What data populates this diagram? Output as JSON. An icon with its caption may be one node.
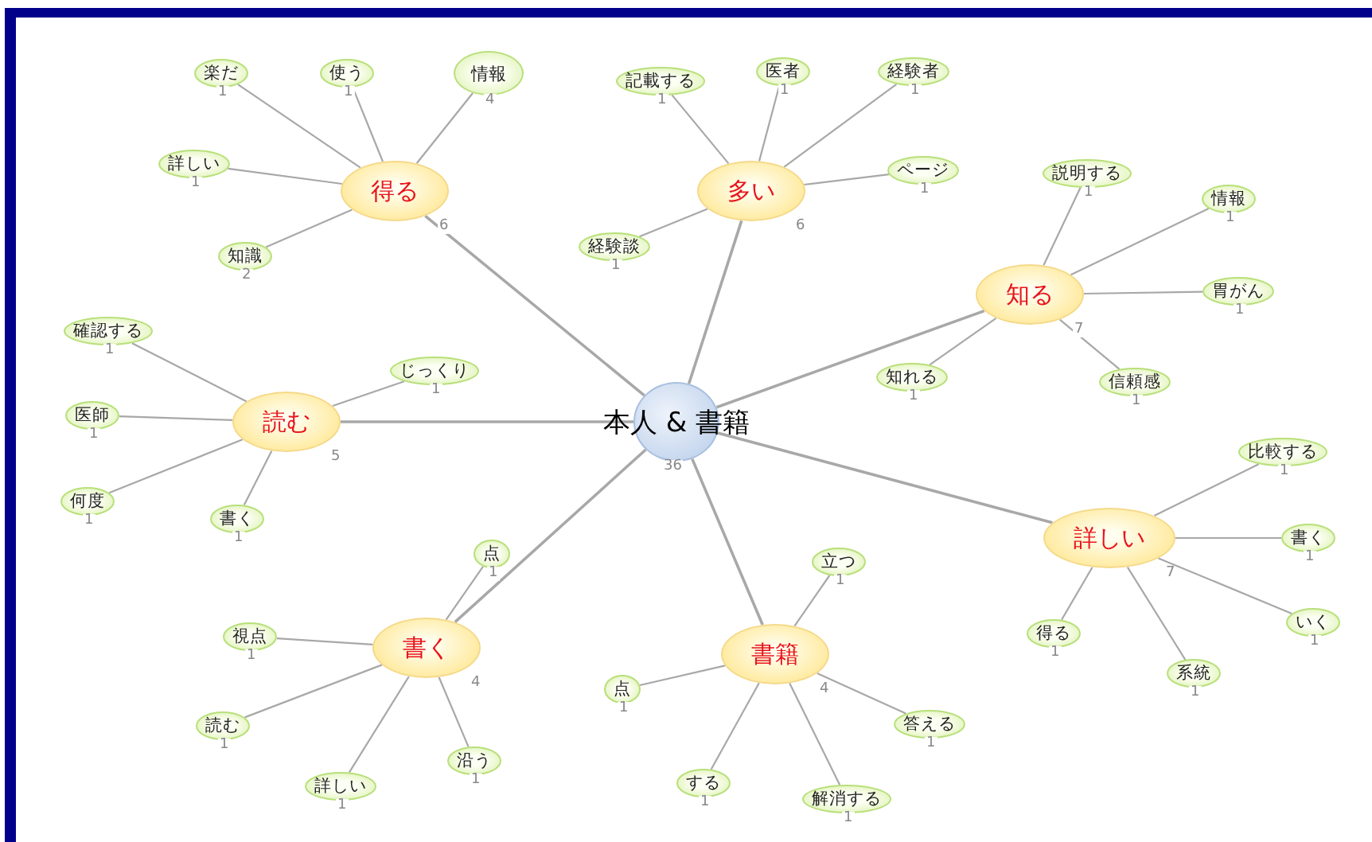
{
  "diagram": {
    "nodes": [
      {
        "text": [
          "本人 & 書籍"
        ],
        "beside": [
          "36"
        ]
      },
      {
        "text": [
          "得る"
        ],
        "beside": [
          "6"
        ]
      },
      {
        "text": [
          "楽だ"
        ],
        "beside": [
          "1"
        ]
      },
      {
        "text": [
          "使う"
        ],
        "beside": [
          "1"
        ]
      },
      {
        "text": [
          "情報"
        ],
        "beside": [
          "4"
        ]
      },
      {
        "text": [
          "詳しい"
        ],
        "beside": [
          "1"
        ]
      },
      {
        "text": [
          "知識"
        ],
        "beside": [
          "2"
        ]
      },
      {
        "text": [
          "多い"
        ],
        "beside": [
          "6"
        ]
      },
      {
        "text": [
          "記載する"
        ],
        "beside": [
          "1"
        ]
      },
      {
        "text": [
          "医者"
        ],
        "beside": [
          "1"
        ]
      },
      {
        "text": [
          "経験者"
        ],
        "beside": [
          "1"
        ]
      },
      {
        "text": [
          "ページ"
        ],
        "beside": [
          "1"
        ]
      },
      {
        "text": [
          "経験談"
        ],
        "beside": [
          "1"
        ]
      },
      {
        "text": [
          "知る"
        ],
        "beside": [
          "7"
        ]
      },
      {
        "text": [
          "説明する"
        ],
        "beside": [
          "1"
        ]
      },
      {
        "text": [
          "情報"
        ],
        "beside": [
          "1"
        ]
      },
      {
        "text": [
          "胃がん"
        ],
        "beside": [
          "1"
        ]
      },
      {
        "text": [
          "知れる"
        ],
        "beside": [
          "1"
        ]
      },
      {
        "text": [
          "信頼感"
        ],
        "beside": [
          "1"
        ]
      },
      {
        "text": [
          "読む"
        ],
        "beside": [
          "5"
        ]
      },
      {
        "text": [
          "確認する"
        ],
        "beside": [
          "1"
        ]
      },
      {
        "text": [
          "じっくり"
        ],
        "beside": [
          "1"
        ]
      },
      {
        "text": [
          "医師"
        ],
        "beside": [
          "1"
        ]
      },
      {
        "text": [
          "何度"
        ],
        "beside": [
          "1"
        ]
      },
      {
        "text": [
          "書く"
        ],
        "beside": [
          "1"
        ]
      },
      {
        "text": [
          "詳しい"
        ],
        "beside": [
          "7"
        ]
      },
      {
        "text": [
          "比較する"
        ],
        "beside": [
          "1"
        ]
      },
      {
        "text": [
          "書く"
        ],
        "beside": [
          "1"
        ]
      },
      {
        "text": [
          "いく"
        ],
        "beside": [
          "1"
        ]
      },
      {
        "text": [
          "得る"
        ],
        "beside": [
          "1"
        ]
      },
      {
        "text": [
          "系統"
        ],
        "beside": [
          "1"
        ]
      },
      {
        "text": [
          "書く"
        ],
        "beside": [
          "4"
        ]
      },
      {
        "text": [
          "点"
        ],
        "beside": [
          "1"
        ]
      },
      {
        "text": [
          "視点"
        ],
        "beside": [
          "1"
        ]
      },
      {
        "text": [
          "読む"
        ],
        "beside": [
          "1"
        ]
      },
      {
        "text": [
          "詳しい"
        ],
        "beside": [
          "1"
        ]
      },
      {
        "text": [
          "沿う"
        ],
        "beside": [
          "1"
        ]
      },
      {
        "text": [
          "書籍"
        ],
        "beside": [
          "4"
        ]
      },
      {
        "text": [
          "立つ"
        ],
        "beside": [
          "1"
        ]
      },
      {
        "text": [
          "点"
        ],
        "beside": [
          "1"
        ]
      },
      {
        "text": [
          "答える"
        ],
        "beside": [
          "1"
        ]
      },
      {
        "text": [
          "する"
        ],
        "beside": [
          "1"
        ]
      },
      {
        "text": [
          "解消する"
        ],
        "beside": [
          "1"
        ]
      }
    ],
    "edges": [
      {
        "from": 0,
        "to": 1,
        "arrow": "none"
      },
      {
        "from": 0,
        "to": 7,
        "arrow": "none"
      },
      {
        "from": 0,
        "to": 13,
        "arrow": "none"
      },
      {
        "from": 0,
        "to": 19,
        "arrow": "none"
      },
      {
        "from": 0,
        "to": 25,
        "arrow": "none"
      },
      {
        "from": 0,
        "to": 31,
        "arrow": "none"
      },
      {
        "from": 0,
        "to": 37,
        "arrow": "none"
      },
      {
        "from": 1,
        "to": 2,
        "arrow": "none"
      },
      {
        "from": 1,
        "to": 3,
        "arrow": "none"
      },
      {
        "from": 1,
        "to": 4,
        "arrow": "none"
      },
      {
        "from": 1,
        "to": 5,
        "arrow": "none"
      },
      {
        "from": 1,
        "to": 6,
        "arrow": "none"
      },
      {
        "from": 7,
        "to": 8,
        "arrow": "none"
      },
      {
        "from": 7,
        "to": 9,
        "arrow": "none"
      },
      {
        "from": 7,
        "to": 10,
        "arrow": "none"
      },
      {
        "from": 7,
        "to": 11,
        "arrow": "none"
      },
      {
        "from": 7,
        "to": 12,
        "arrow": "none"
      },
      {
        "from": 13,
        "to": 14,
        "arrow": "none"
      },
      {
        "from": 13,
        "to": 15,
        "arrow": "none"
      },
      {
        "from": 13,
        "to": 16,
        "arrow": "none"
      },
      {
        "from": 13,
        "to": 17,
        "arrow": "none"
      },
      {
        "from": 13,
        "to": 18,
        "arrow": "none"
      },
      {
        "from": 19,
        "to": 20,
        "arrow": "none"
      },
      {
        "from": 19,
        "to": 21,
        "arrow": "none"
      },
      {
        "from": 19,
        "to": 22,
        "arrow": "none"
      },
      {
        "from": 19,
        "to": 23,
        "arrow": "none"
      },
      {
        "from": 19,
        "to": 24,
        "arrow": "none"
      },
      {
        "from": 25,
        "to": 26,
        "arrow": "none"
      },
      {
        "from": 25,
        "to": 27,
        "arrow": "none"
      },
      {
        "from": 25,
        "to": 28,
        "arrow": "none"
      },
      {
        "from": 25,
        "to": 29,
        "arrow": "none"
      },
      {
        "from": 25,
        "to": 30,
        "arrow": "none"
      },
      {
        "from": 31,
        "to": 32,
        "arrow": "none"
      },
      {
        "from": 31,
        "to": 33,
        "arrow": "none"
      },
      {
        "from": 31,
        "to": 34,
        "arrow": "none"
      },
      {
        "from": 31,
        "to": 35,
        "arrow": "none"
      },
      {
        "from": 31,
        "to": 36,
        "arrow": "none"
      },
      {
        "from": 37,
        "to": 38,
        "arrow": "none"
      },
      {
        "from": 37,
        "to": 39,
        "arrow": "none"
      },
      {
        "from": 37,
        "to": 40,
        "arrow": "none"
      },
      {
        "from": 37,
        "to": 41,
        "arrow": "none"
      },
      {
        "from": 37,
        "to": 42,
        "arrow": "none"
      }
    ]
  }
}
